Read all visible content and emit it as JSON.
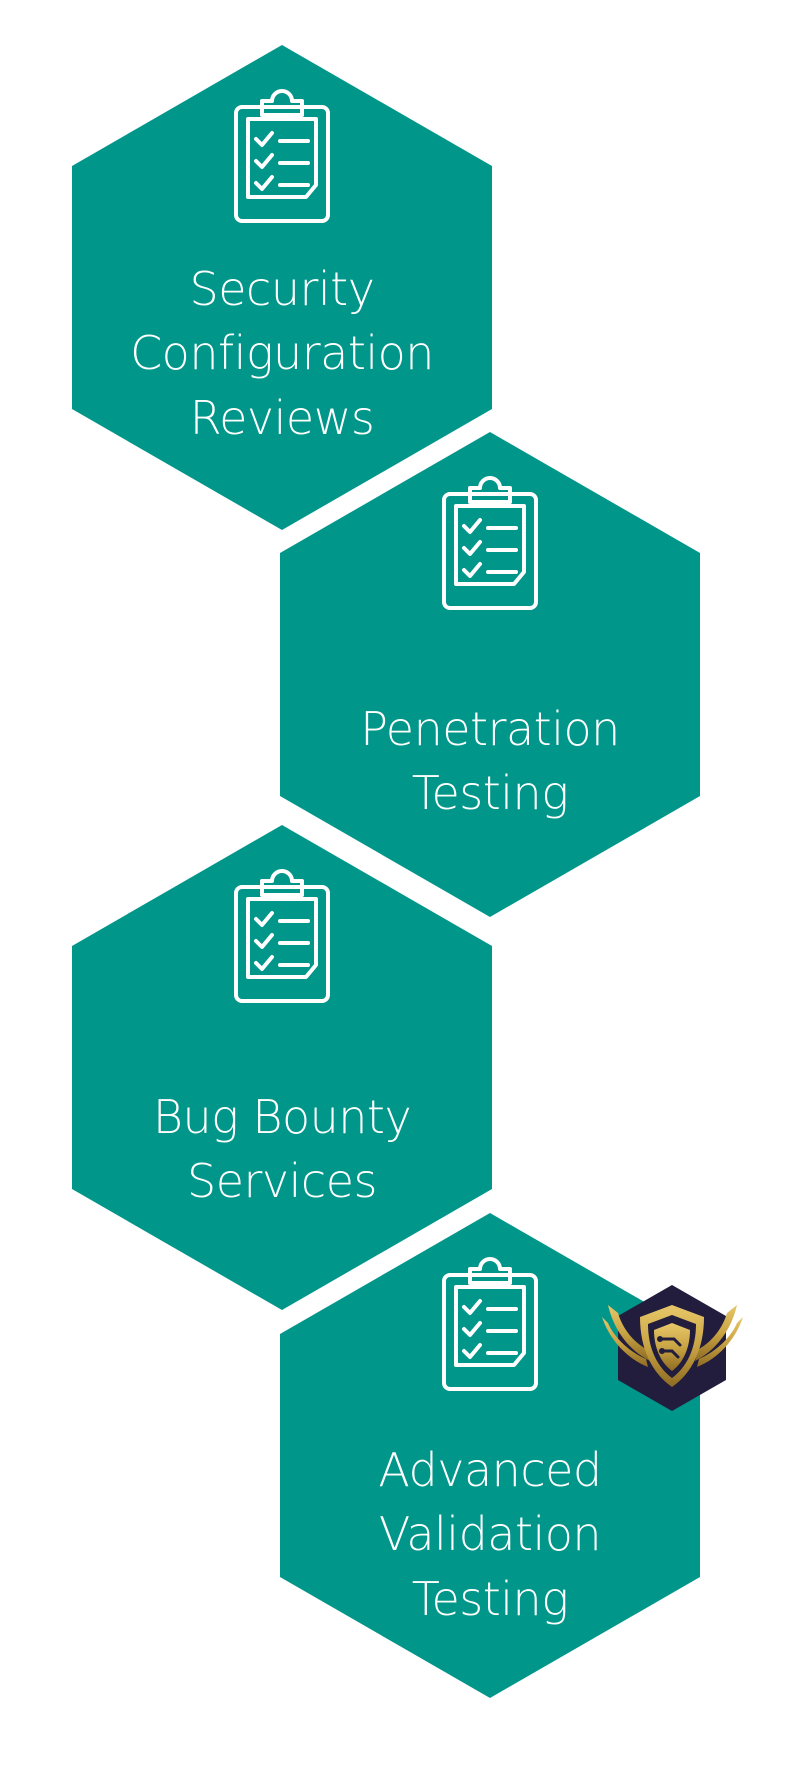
{
  "diagram": {
    "colors": {
      "hexagon_fill": "#00968A",
      "icon_stroke": "#FFFFFF",
      "text": "#FFFFFF",
      "badge_dark": "#221C3D",
      "badge_gold": "#C9A444"
    },
    "items": [
      {
        "icon": "clipboard-checklist-icon",
        "lines": [
          "Security",
          "Configuration",
          "Reviews"
        ]
      },
      {
        "icon": "clipboard-checklist-icon",
        "lines": [
          "Penetration",
          "Testing"
        ]
      },
      {
        "icon": "clipboard-checklist-icon",
        "lines": [
          "Bug Bounty",
          "Services"
        ]
      },
      {
        "icon": "clipboard-checklist-icon",
        "lines": [
          "Advanced",
          "Validation",
          "Testing"
        ],
        "badge": "winged-shield-badge-icon"
      }
    ]
  }
}
